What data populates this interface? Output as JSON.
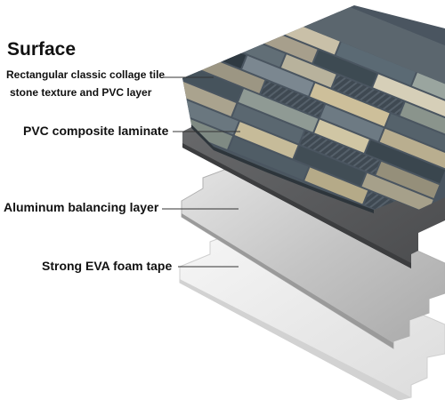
{
  "diagram": {
    "title": "Surface",
    "labels": {
      "surface_line1": "Rectangular classic collage tile",
      "surface_line2": "stone texture and PVC layer",
      "pvc": "PVC composite laminate",
      "aluminum": "Aluminum balancing layer",
      "eva": "Strong EVA foam tape"
    },
    "colors": {
      "pvc_layer": "#595a5c",
      "aluminum_layer": "#c9c9c9",
      "eva_layer": "#ececec",
      "leader_line": "#333333"
    }
  }
}
